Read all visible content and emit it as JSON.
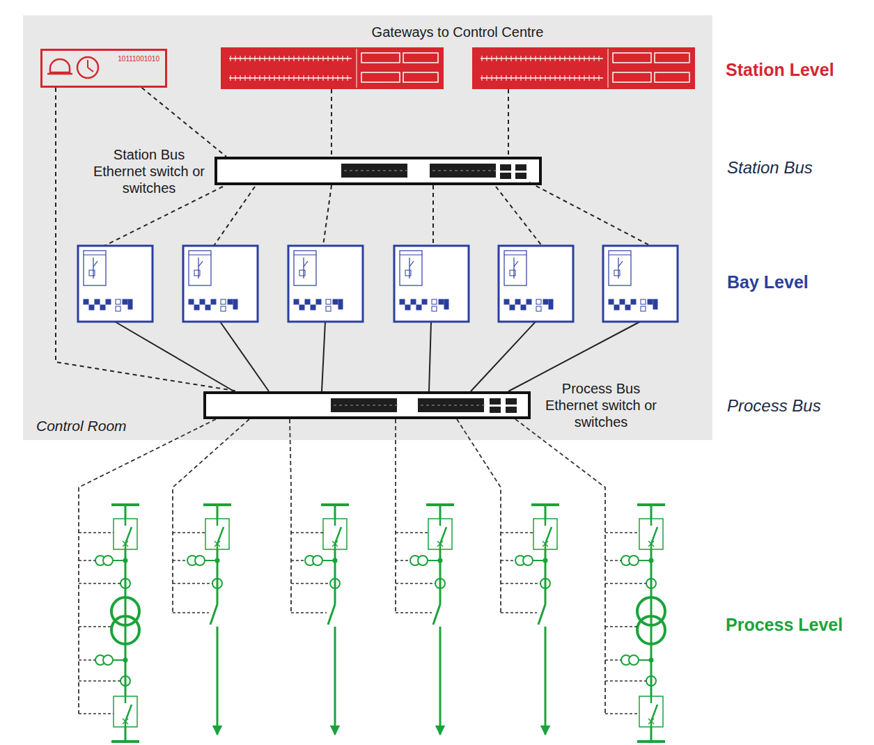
{
  "diagram": {
    "nodes": [
      {
        "text": [
          "Control Room"
        ]
      },
      {
        "text": [
          "10111001010"
        ],
        "in": 0
      },
      {
        "text": [
          "Station Bus Ethernet switch or switches"
        ],
        "in": 0
      },
      {
        "text": [
          "Process Bus Ethernet switch or switches"
        ],
        "in": 0
      }
    ],
    "edges": [
      {
        "from": 1,
        "to": 2,
        "arrow": "none"
      },
      {
        "from": 1,
        "to": 3,
        "arrow": "none"
      }
    ],
    "labels": [
      "Gateways to Control Centre",
      "Station Level",
      "Station Bus",
      "Bay Level",
      "Process Bus",
      "Process Level"
    ]
  }
}
